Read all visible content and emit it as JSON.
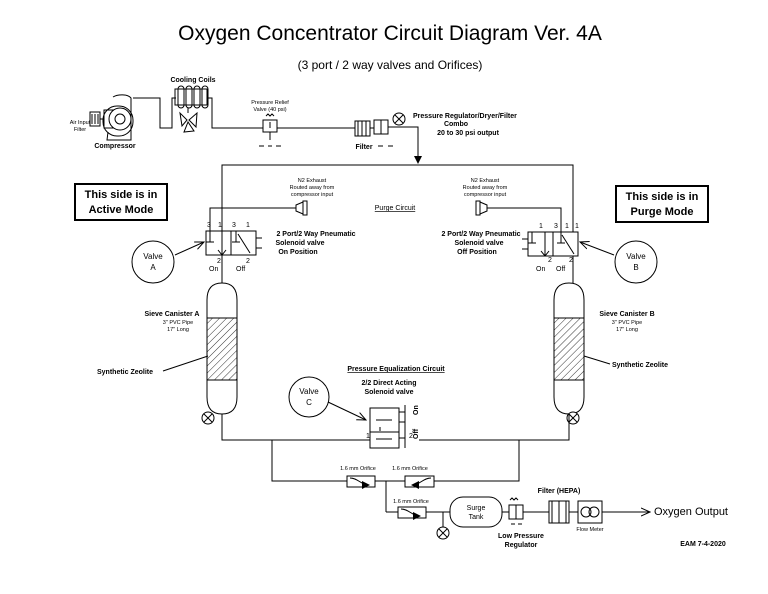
{
  "title": "Oxygen Concentrator Circuit Diagram Ver. 4A",
  "subtitle": "(3 port / 2 way valves and Orifices)",
  "labels": {
    "cooling_coils": "Cooling Coils",
    "air_input_filter_1": "Air Input",
    "air_input_filter_2": "Filter",
    "compressor": "Compressor",
    "relief_1": "Pressure Relief",
    "relief_2": "Valve (40 psi)",
    "filter": "Filter",
    "regulator_1": "Pressure Regulator/Dryer/Filter",
    "regulator_2": "Combo",
    "regulator_3": "20 to 30 psi output",
    "active_box_1": "This side is in",
    "active_box_2": "Active Mode",
    "purge_box_1": "This side is in",
    "purge_box_2": "Purge Mode",
    "exhaust_left_1": "N2 Exhaust",
    "exhaust_left_2": "Routed away from",
    "exhaust_left_3": "compressor input",
    "exhaust_right_1": "N2 Exhaust",
    "exhaust_right_2": "Routed away from",
    "exhaust_right_3": "compressor input",
    "purge_circuit": "Purge Circuit",
    "valve_a_desc_1": "2 Port/2 Way Pneumatic",
    "valve_a_desc_2": "Solenoid valve",
    "valve_a_desc_3": "On Position",
    "valve_b_desc_1": "2 Port/2 Way Pneumatic",
    "valve_b_desc_2": "Solenoid valve",
    "valve_b_desc_3": "Off Position",
    "valve_a_1": "Valve",
    "valve_a_2": "A",
    "valve_b_1": "Valve",
    "valve_b_2": "B",
    "valve_c_1": "Valve",
    "valve_c_2": "C",
    "port_3": "3",
    "port_1": "1",
    "port_2": "2",
    "on": "On",
    "off": "Off",
    "canister_a_1": "Sieve Canister A",
    "canister_a_2": "3\" PVC Pipe",
    "canister_a_3": "17\" Long",
    "canister_b_1": "Sieve Canister B",
    "canister_b_2": "3\" PVC Pipe",
    "canister_b_3": "17\" Long",
    "zeolite_left": "Synthetic Zeolite",
    "zeolite_right": "Synthetic Zeolite",
    "equalization": "Pressure Equalization Circuit",
    "valve_c_desc_1": "2/2 Direct Acting",
    "valve_c_desc_2": "Solenoid valve",
    "orifice_1": "1.6 mm Orifice",
    "orifice_2": "1.6 mm Orifice",
    "orifice_3": "1.6 mm Orifice",
    "surge_1": "Surge",
    "surge_2": "Tank",
    "low_reg_1": "Low Pressure",
    "low_reg_2": "Regulator",
    "hepa": "Filter (HEPA)",
    "flow_meter": "Flow Meter",
    "oxygen_output": "Oxygen Output",
    "author_date": "EAM 7-4-2020"
  }
}
